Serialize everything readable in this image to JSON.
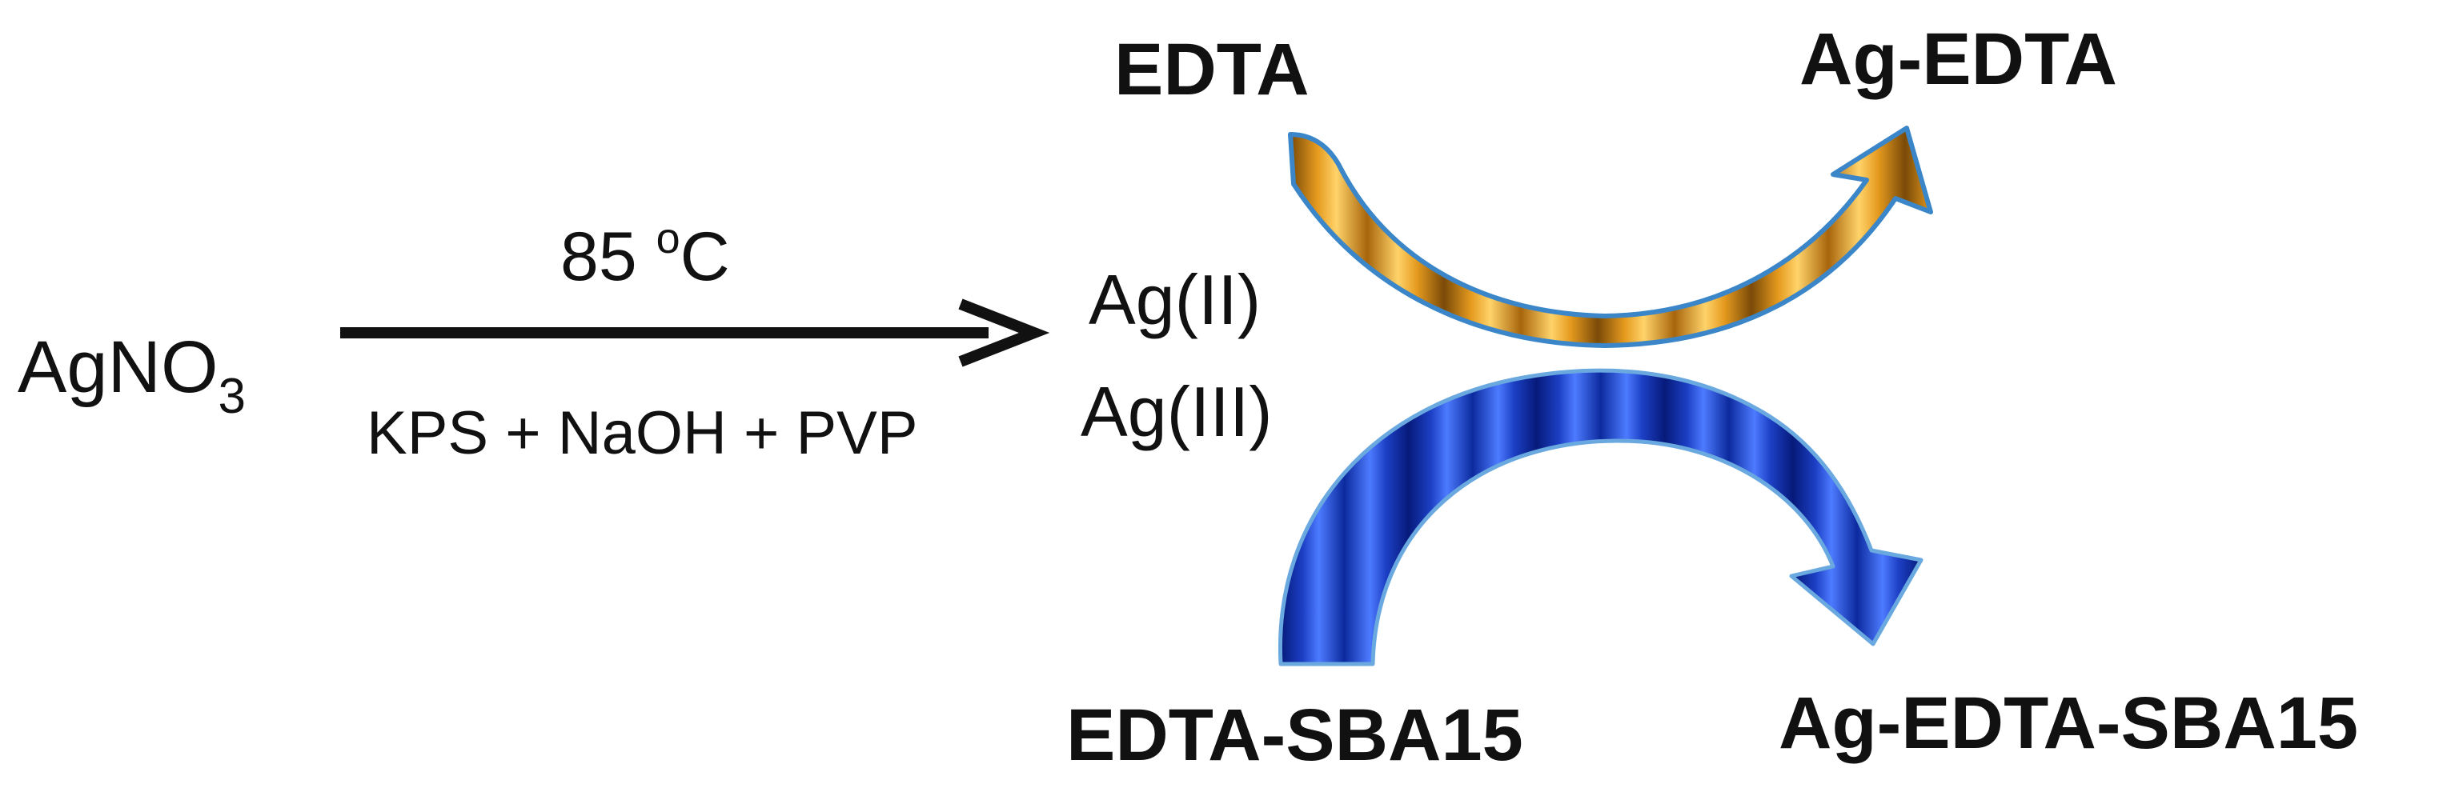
{
  "reactant": {
    "main": "AgNO",
    "subscript": "3"
  },
  "conditions": {
    "temperature_value": "85 ",
    "temperature_super": "o",
    "temperature_unit": "C",
    "reagents": "KPS + NaOH + PVP"
  },
  "intermediates": {
    "ag2": "Ag(II)",
    "ag3": "Ag(III)"
  },
  "top_pathway": {
    "reactant": "EDTA",
    "product": "Ag-EDTA",
    "arrow_color": "#e8a020"
  },
  "bottom_pathway": {
    "reactant": "EDTA-SBA15",
    "product": "Ag-EDTA-SBA15",
    "arrow_color": "#1c3fc4"
  }
}
